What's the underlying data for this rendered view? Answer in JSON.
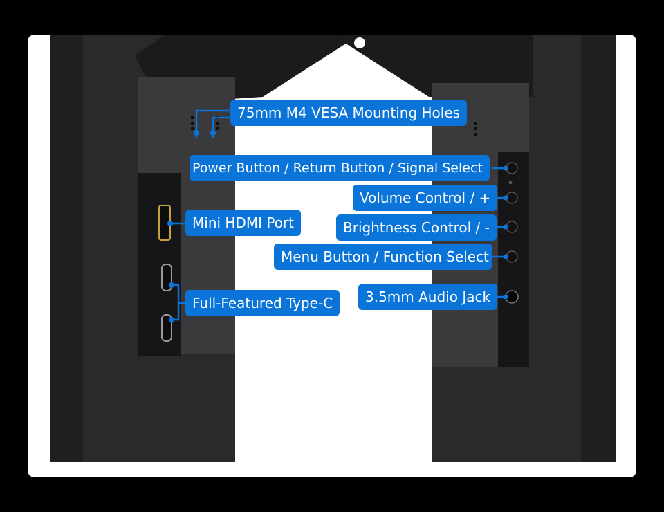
{
  "colors": {
    "frame": "#000000",
    "background": "#ffffff",
    "device": "#2c2c2e",
    "device_edge": "#3d3d40",
    "accent": "#0a74d9"
  },
  "labels": {
    "vesa": "75mm M4 VESA Mounting Holes",
    "power": "Power Button / Return Button / Signal Select",
    "volume": "Volume Control / +",
    "brightness": "Brightness Control / -",
    "menu": "Menu Button / Function Select",
    "audio": "3.5mm Audio Jack",
    "hdmi": "Mini HDMI Port",
    "typec": "Full-Featured Type-C"
  }
}
